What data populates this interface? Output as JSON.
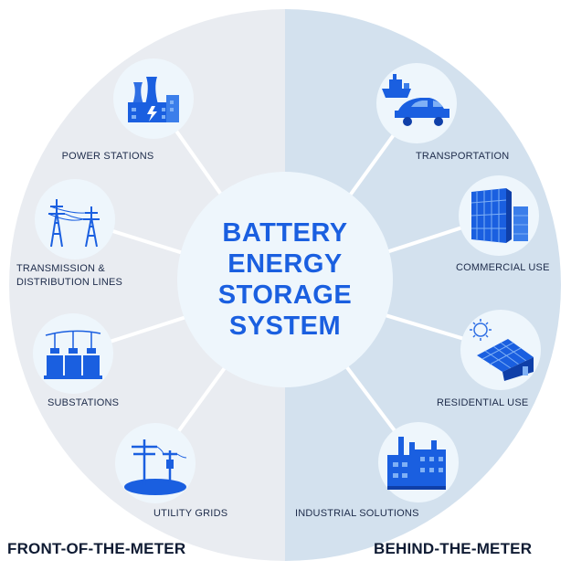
{
  "center": {
    "title": "BATTERY\nENERGY\nSTORAGE\nSYSTEM"
  },
  "left_nodes": [
    {
      "label": "POWER STATIONS",
      "icon": "power-station-icon"
    },
    {
      "label": "TRANSMISSION &\nDISTRIBUTION LINES",
      "icon": "transmission-tower-icon"
    },
    {
      "label": "SUBSTATIONS",
      "icon": "substation-icon"
    },
    {
      "label": "UTILITY GRIDS",
      "icon": "utility-pole-icon"
    }
  ],
  "right_nodes": [
    {
      "label": "TRANSPORTATION",
      "icon": "ship-car-icon"
    },
    {
      "label": "COMMERCIAL USE",
      "icon": "office-building-icon"
    },
    {
      "label": "RESIDENTIAL USE",
      "icon": "solar-house-icon"
    },
    {
      "label": "INDUSTRIAL SOLUTIONS",
      "icon": "factory-icon"
    }
  ],
  "footer": {
    "left": "FRONT-OF-THE-METER",
    "right": "BEHIND-THE-METER"
  },
  "colors": {
    "left_half": "#e9ecf1",
    "right_half": "#d3e1ee",
    "accent": "#1a5fe0",
    "node_fill": "#eef6fc",
    "spoke": "#ffffff"
  }
}
